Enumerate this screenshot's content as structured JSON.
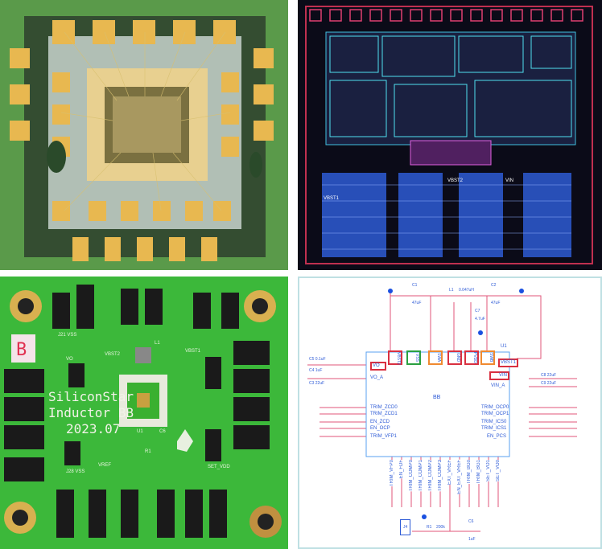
{
  "panels": {
    "chip_photo": {
      "description_icon": "wire-bonded-die-photo"
    },
    "layout": {
      "labels": [
        "VBST1",
        "VBST2",
        "VIN"
      ]
    },
    "pcb": {
      "board_text_1": "SiliconStar",
      "board_text_2": "Inductor BB",
      "board_text_3": "2023.07",
      "sticker": "B",
      "silk": [
        "J21 VSS",
        "VBST2",
        "VBST1",
        "VO",
        "L1",
        "U1",
        "J28 VSS",
        "VREF",
        "SET_VDD",
        "C6",
        "R1"
      ]
    },
    "schematic": {
      "part": "BB",
      "ref": "U1",
      "left_pins": [
        "VO",
        "VO_A",
        "TRIM_ZCD0",
        "TRIM_ZCD1",
        "EN_ZCD",
        "EN_OCP",
        "TRIM_VFP1"
      ],
      "right_pins": [
        "VBST1",
        "VIN",
        "VIN_A",
        "TRIM_OCP0",
        "TRIM_OCP1",
        "TRIM_ICS0",
        "TRIM_ICS1",
        "EN_PCS"
      ],
      "top_pins": [
        "VBST2",
        "VSS",
        "SWA",
        "GND",
        "PVDD",
        "SWB"
      ],
      "bottom_pins": [
        "TRIM_VFP0",
        "EN_FDF",
        "TRIM_COMP0",
        "TRIM_COMP1",
        "TRIM_COMP2",
        "TRIM_COMP3",
        "EXT_VREF",
        "EN_EXT_VREF",
        "TRIM_BG0",
        "TRIM_BG1",
        "SET_VO1",
        "SET_VO0"
      ],
      "components": {
        "c1": "C1",
        "c1v": "47uF",
        "l1": "L1",
        "l1v": "0.047uH",
        "c2": "C2",
        "c2v": "47uF",
        "c7": "C7",
        "c7v": "4.7uF",
        "c5": "C5 0.1uF",
        "c4": "C4 1uF",
        "c3": "C3 22uF",
        "c8": "C8 22uF",
        "c9": "C9 22uF",
        "c6": "C6",
        "c6v": "1uF",
        "r1": "R1",
        "r1v": "200k",
        "j4": "J4"
      }
    }
  },
  "colors": {
    "pcb": "#3cb83a",
    "wire": "#e0567a",
    "sch_blue": "#2e5bd6",
    "red_box": "#d93040",
    "green_box": "#2aa040",
    "orange_box": "#f08a30"
  }
}
